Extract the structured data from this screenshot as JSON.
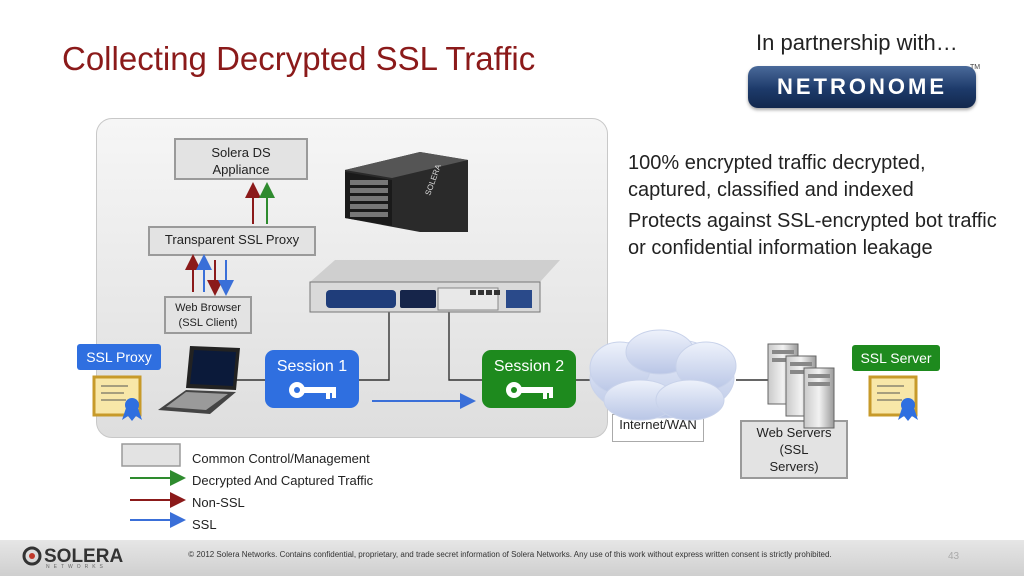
{
  "title": "Collecting Decrypted SSL Traffic",
  "partner": {
    "text": "In partnership with…",
    "logo": "NETRONOME",
    "tm": "TM"
  },
  "diagram": {
    "appliance": "Solera DS\nAppliance",
    "proxy": "Transparent SSL Proxy",
    "browser": "Web Browser\n(SSL Client)",
    "ssl_proxy_badge": "SSL Proxy",
    "ssl_server_badge": "SSL Server",
    "session1": "Session 1",
    "session2": "Session 2",
    "internet": "Internet/WAN",
    "web_servers": "Web Servers\n(SSL\nServers)",
    "server_brand": "SOLERA"
  },
  "bullets": [
    "100% encrypted traffic decrypted, captured, classified and indexed",
    "Protects against SSL-encrypted bot traffic or confidential information leakage"
  ],
  "legend": [
    {
      "label": "Common Control/Management",
      "kind": "box"
    },
    {
      "label": "Decrypted And Captured Traffic",
      "kind": "arrow",
      "color": "#2e8b2e"
    },
    {
      "label": "Non-SSL",
      "kind": "arrow",
      "color": "#8b1a1a"
    },
    {
      "label": "SSL",
      "kind": "arrow",
      "color": "#3a6fd8"
    }
  ],
  "colors": {
    "ssl": "#3a6fd8",
    "decrypted": "#2e8b2e",
    "nonssl": "#8b1a1a",
    "session1": "#2f6fe0",
    "session2": "#1e8a1e",
    "badge_blue": "#2f6fe0",
    "badge_green": "#1e8a1e"
  },
  "footer": {
    "copyright": "© 2012 Solera Networks. Contains confidential, proprietary, and trade secret information of Solera Networks. Any use of this work without express written consent is strictly prohibited.",
    "page": "43",
    "logo": "SOLERA",
    "logo_sub": "NETWORKS"
  }
}
